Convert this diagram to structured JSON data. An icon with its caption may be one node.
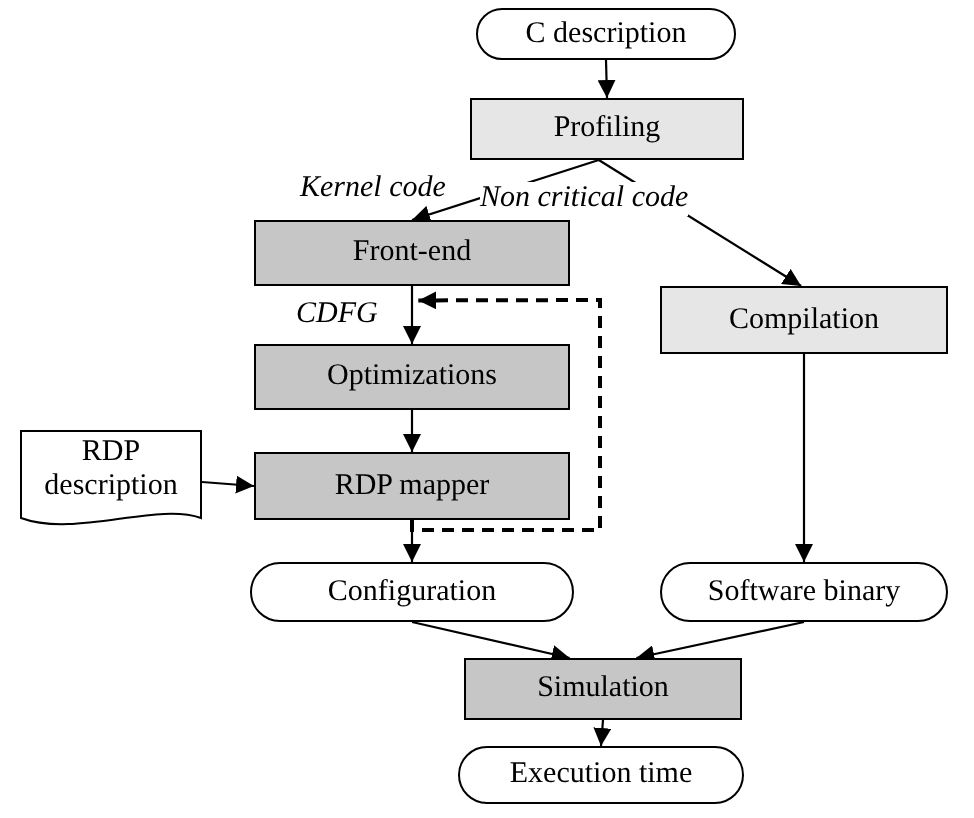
{
  "diagram": {
    "nodes": [
      {
        "text": [
          "C description"
        ]
      },
      {
        "text": [
          "Profiling"
        ]
      },
      {
        "text": [
          "Front-end"
        ]
      },
      {
        "text": [
          "Optimizations"
        ]
      },
      {
        "text": [
          "RDP description"
        ]
      },
      {
        "text": [
          "RDP mapper"
        ]
      },
      {
        "text": [
          "Compilation"
        ]
      },
      {
        "text": [
          "Configuration"
        ]
      },
      {
        "text": [
          "Software binary"
        ]
      },
      {
        "text": [
          "Simulation"
        ]
      },
      {
        "text": [
          "Execution time"
        ]
      }
    ],
    "edges": [
      {
        "from": 0,
        "to": 1,
        "arrow": "to"
      },
      {
        "from": 1,
        "to": 2,
        "arrow": "to",
        "label": "Kernel code"
      },
      {
        "from": 1,
        "to": 6,
        "arrow": "to",
        "label": "Non critical code"
      },
      {
        "from": 2,
        "to": 3,
        "arrow": "to",
        "label": "CDFG"
      },
      {
        "from": 3,
        "to": 5,
        "arrow": "to"
      },
      {
        "from": 4,
        "to": 5,
        "arrow": "to"
      },
      {
        "from": 5,
        "to": 7,
        "arrow": "to"
      },
      {
        "from": 5,
        "to": 3,
        "arrow": "to",
        "style": "dashed"
      },
      {
        "from": 6,
        "to": 8,
        "arrow": "to"
      },
      {
        "from": 7,
        "to": 9,
        "arrow": "to"
      },
      {
        "from": 8,
        "to": 9,
        "arrow": "to"
      },
      {
        "from": 9,
        "to": 10,
        "arrow": "to"
      }
    ]
  }
}
